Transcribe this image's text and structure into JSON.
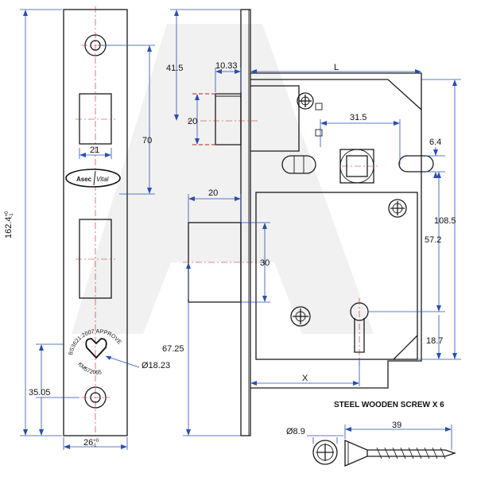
{
  "dims": {
    "d41_5": "41.5",
    "d10_33": "10.33",
    "dL": "L",
    "d70": "70",
    "d31_5": "31.5",
    "d6_4": "6.4",
    "d20_top": "20",
    "d21": "21",
    "d20_mid": "20",
    "d108_5": "108.5",
    "d162": "162.4",
    "d162_sup": "+0",
    "d162_sub": "-1",
    "d57_2": "57.2",
    "d30": "30",
    "d67_25": "67.25",
    "d18_7": "18.7",
    "d18_23": "Ø18.23",
    "d35_05": "35.05",
    "dX": "X",
    "d26": "26",
    "d26_sup": "+0",
    "d26_sub": "-1",
    "d8_9": "Ø8.9",
    "d39": "39"
  },
  "logo": {
    "brand_left": "Asec",
    "brand_right": "Vital"
  },
  "kitemark": {
    "top_text": "BS3621:2007 APPROVED",
    "bottom_text": "KM572065"
  },
  "notes": {
    "screw": "STEEL WOODEN SCREW X 6"
  },
  "colors": {
    "outline": "#1a1a1a",
    "dimension": "#2a4fb0",
    "centerline": "#c02020",
    "watermark": "#f1f1f1"
  }
}
